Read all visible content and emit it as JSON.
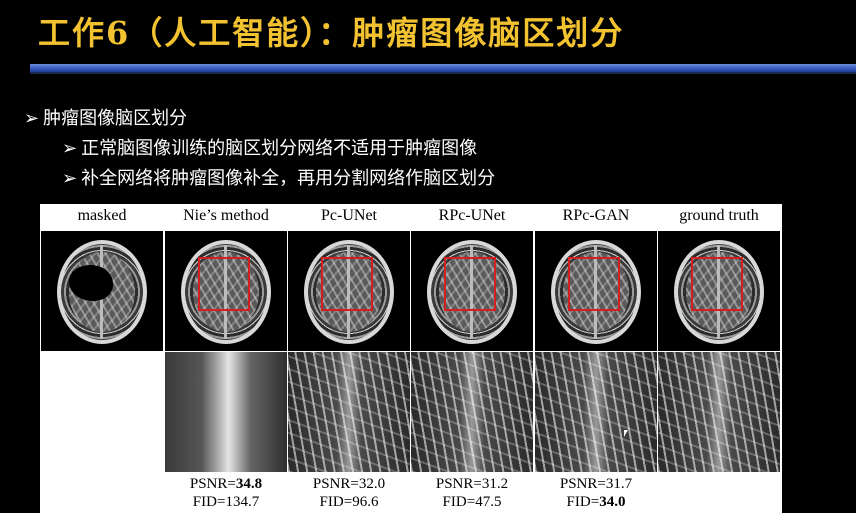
{
  "slide": {
    "title": "工作6（人工智能）：肿瘤图像脑区划分",
    "bullets": [
      "肿瘤图像脑区划分",
      "正常脑图像训练的脑区划分网络不适用于肿瘤图像",
      "补全网络将肿瘤图像补全，再用分割网络作脑区划分"
    ],
    "bullet_glyph": "➢"
  },
  "figure": {
    "columns": [
      {
        "label": "masked"
      },
      {
        "label": "Nie’s method",
        "psnr_label": "PSNR=",
        "psnr": "34.8",
        "psnr_bold": true,
        "fid_label": "FID=",
        "fid": "134.7",
        "fid_bold": false
      },
      {
        "label": "Pc-UNet",
        "psnr_label": "PSNR=",
        "psnr": "32.0",
        "psnr_bold": false,
        "fid_label": "FID=",
        "fid": "96.6",
        "fid_bold": false
      },
      {
        "label": "RPc-UNet",
        "psnr_label": "PSNR=",
        "psnr": "31.2",
        "psnr_bold": false,
        "fid_label": "FID=",
        "fid": "47.5",
        "fid_bold": false
      },
      {
        "label": "RPc-GAN",
        "psnr_label": "PSNR=",
        "psnr": "31.7",
        "psnr_bold": false,
        "fid_label": "FID=",
        "fid": "34.0",
        "fid_bold": true
      },
      {
        "label": "ground truth"
      }
    ]
  },
  "colors": {
    "title": "#f2c230",
    "rule": "#3d62c6",
    "roi_box": "#d21f1f"
  }
}
